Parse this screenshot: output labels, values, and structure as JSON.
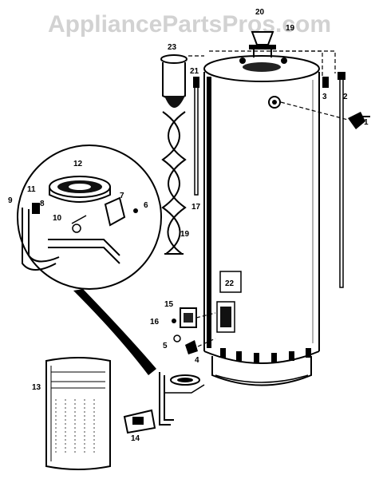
{
  "watermark": "AppliancePartsPros.com",
  "callouts": [
    {
      "id": "c1",
      "label": "1"
    },
    {
      "id": "c2",
      "label": "2"
    },
    {
      "id": "c3",
      "label": "3"
    },
    {
      "id": "c4",
      "label": "4"
    },
    {
      "id": "c5",
      "label": "5"
    },
    {
      "id": "c6",
      "label": "6"
    },
    {
      "id": "c7",
      "label": "7"
    },
    {
      "id": "c8",
      "label": "8"
    },
    {
      "id": "c9",
      "label": "9"
    },
    {
      "id": "c10",
      "label": "10"
    },
    {
      "id": "c11",
      "label": "11"
    },
    {
      "id": "c12",
      "label": "12"
    },
    {
      "id": "c13",
      "label": "13"
    },
    {
      "id": "c14",
      "label": "14"
    },
    {
      "id": "c15",
      "label": "15"
    },
    {
      "id": "c16",
      "label": "16"
    },
    {
      "id": "c17",
      "label": "17"
    },
    {
      "id": "c19",
      "label": "19"
    },
    {
      "id": "c19b",
      "label": "19"
    },
    {
      "id": "c20",
      "label": "20"
    },
    {
      "id": "c21",
      "label": "21"
    },
    {
      "id": "c22",
      "label": "22"
    },
    {
      "id": "c23",
      "label": "23"
    }
  ]
}
